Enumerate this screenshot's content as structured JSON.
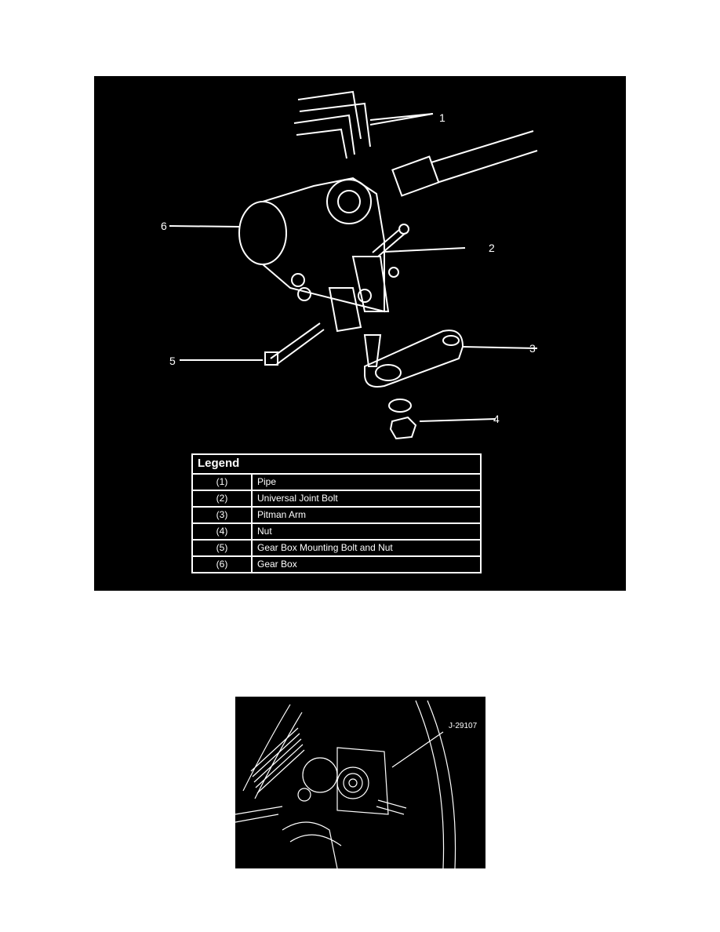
{
  "figure1": {
    "callouts": [
      "1",
      "2",
      "3",
      "4",
      "5",
      "6"
    ],
    "legend": {
      "title": "Legend",
      "rows": [
        {
          "num": "(1)",
          "desc": "Pipe"
        },
        {
          "num": "(2)",
          "desc": "Universal Joint Bolt"
        },
        {
          "num": "(3)",
          "desc": "Pitman Arm"
        },
        {
          "num": "(4)",
          "desc": "Nut"
        },
        {
          "num": "(5)",
          "desc": "Gear Box Mounting Bolt and Nut"
        },
        {
          "num": "(6)",
          "desc": "Gear Box"
        }
      ]
    }
  },
  "figure2": {
    "tool_label": "J-29107"
  }
}
